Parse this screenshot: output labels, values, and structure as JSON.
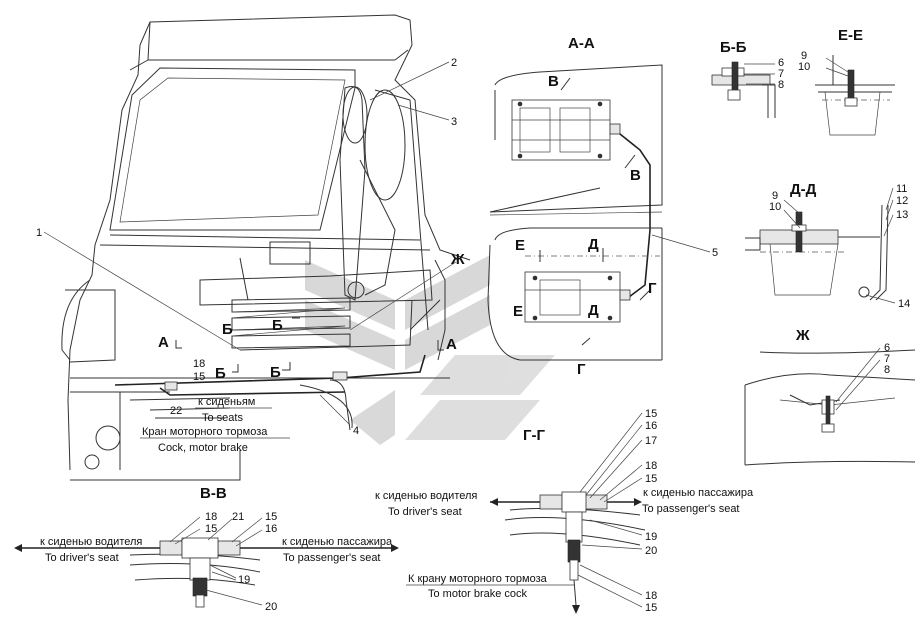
{
  "sections": {
    "aa": "А-А",
    "bb": "Б-Б",
    "ee": "Е-Е",
    "dd": "Д-Д",
    "zh": "Ж",
    "gg": "Г-Г",
    "vv": "В-В"
  },
  "markers": {
    "a_left": "А",
    "a_right": "А",
    "b_1": "Б",
    "b_2": "Б",
    "b_3": "Б",
    "b_4": "Б",
    "zh": "Ж",
    "v_top": "В",
    "v_bot": "В",
    "e_1": "Е",
    "e_2": "Е",
    "d_1": "Д",
    "d_2": "Д",
    "g_1": "Г",
    "g_2": "Г"
  },
  "part_numbers": {
    "p1": "1",
    "p2": "2",
    "p3": "3",
    "p4": "4",
    "p5": "5",
    "p6_bb": "6",
    "p7_bb": "7",
    "p8_bb": "8",
    "p9_ee": "9",
    "p10_ee": "10",
    "p9_dd": "9",
    "p10_dd": "10",
    "p11": "11",
    "p12": "12",
    "p13": "13",
    "p14": "14",
    "p6_zh": "6",
    "p7_zh": "7",
    "p8_zh": "8",
    "p18_main": "18",
    "p15_main": "15",
    "p22": "22",
    "p15_gg": "15",
    "p16_gg": "16",
    "p17_gg": "17",
    "p18_gg": "18",
    "p15_gg2": "15",
    "p19_gg": "19",
    "p20_gg": "20",
    "p18_gg3": "18",
    "p15_gg3": "15",
    "p18_vv": "18",
    "p15_vv": "15",
    "p21_vv": "21",
    "p15_vv2": "15",
    "p16_vv": "16",
    "p19_vv": "19",
    "p20_vv": "20"
  },
  "labels": {
    "to_seats_ru": "к сиденьям",
    "to_seats_en": "To seats",
    "cock_ru": "Кран моторного тормоза",
    "cock_en": "Cock, motor brake",
    "gg_driver_ru": "к сиденью водителя",
    "gg_driver_en": "To driver's seat",
    "gg_pass_ru": "к сиденью пассажира",
    "gg_pass_en": "To passenger's seat",
    "gg_cock_ru": "К крану моторного тормоза",
    "gg_cock_en": "To motor brake cock",
    "vv_driver_ru": "к сиденью водителя",
    "vv_driver_en": "To driver's seat",
    "vv_pass_ru": "к сиденью пассажира",
    "vv_pass_en": "To passenger's seat"
  },
  "colors": {
    "line": "#333333",
    "watermark": "#b9b9b9"
  }
}
